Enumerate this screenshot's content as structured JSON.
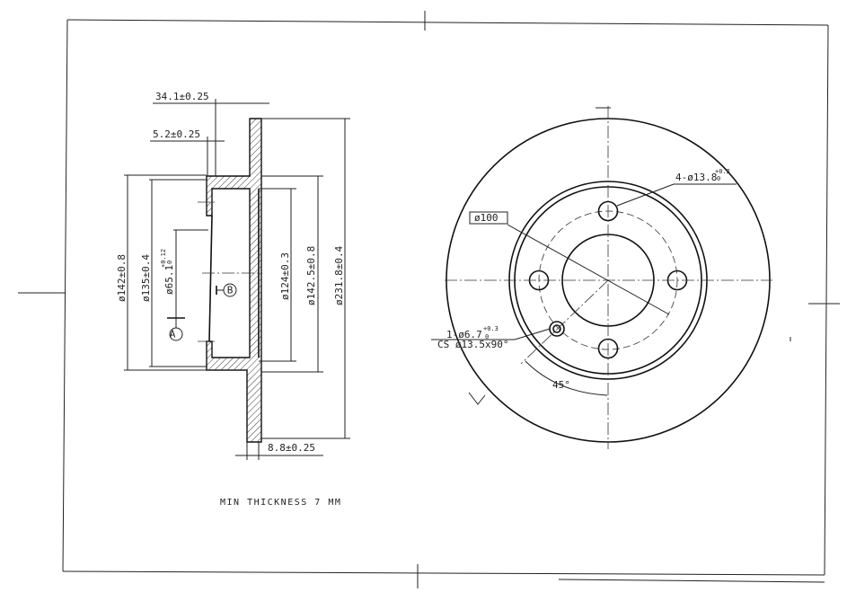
{
  "section_view": {
    "dims": {
      "overall_height": "34.1±0.25",
      "hat_thickness": "5.2±0.25",
      "rotor_thickness": "8.8±0.25",
      "d142": "ø142±0.8",
      "d135": "ø135±0.4",
      "d65": "ø65.1",
      "d65_tol_upper": "+0.12",
      "d65_tol_lower": "0",
      "d124": "ø124±0.3",
      "d142_5": "ø142.5±0.8",
      "d231_8": "ø231.8±0.4"
    },
    "datum_a": "A",
    "datum_b": "B"
  },
  "front_view": {
    "bolt_pcd": "ø100",
    "bolt_holes": "4-ø13.8",
    "bolt_holes_tol_upper": "+0.2",
    "bolt_holes_tol_lower": "0",
    "locating_hole": "1-ø6.7",
    "locating_hole_tol_upper": "+0.3",
    "locating_hole_tol_lower": "0",
    "countersink": "CS ø13.5x90°",
    "angle": "45°"
  },
  "notes": {
    "min_thickness": "MIN THICKNESS 7 MM"
  }
}
